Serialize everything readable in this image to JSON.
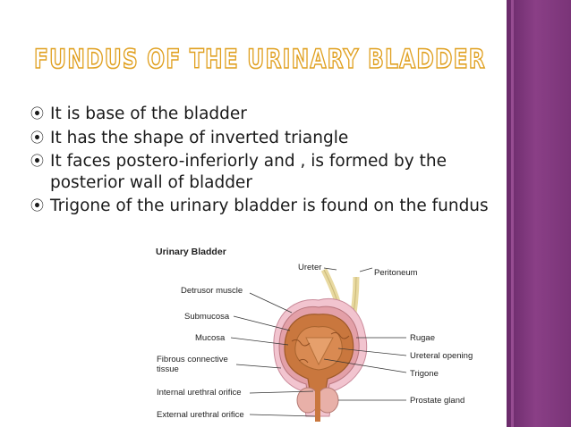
{
  "title": "FUNDUS OF THE URINARY BLADDER",
  "bullets": [
    "It is base of the bladder",
    "It has the shape of inverted triangle",
    "It faces postero-inferiorly and , is formed by the posterior wall of bladder",
    "Trigone of the urinary bladder is found on the fundus"
  ],
  "diagram": {
    "title": "Urinary Bladder",
    "labels": {
      "ureter": "Ureter",
      "peritoneum": "Peritoneum",
      "detrusor": "Detrusor muscle",
      "submucosa": "Submucosa",
      "mucosa": "Mucosa",
      "fibrous1": "Fibrous connective",
      "fibrous2": "tissue",
      "internal": "Internal urethral orifice",
      "external": "External urethral orifice",
      "rugae": "Rugae",
      "ureteral": "Ureteral opening",
      "trigone": "Trigone",
      "prostate": "Prostate gland"
    }
  },
  "colors": {
    "title_fill": "#ffffff",
    "title_outline": "#e0a020",
    "sidebar": "#7a3478"
  }
}
